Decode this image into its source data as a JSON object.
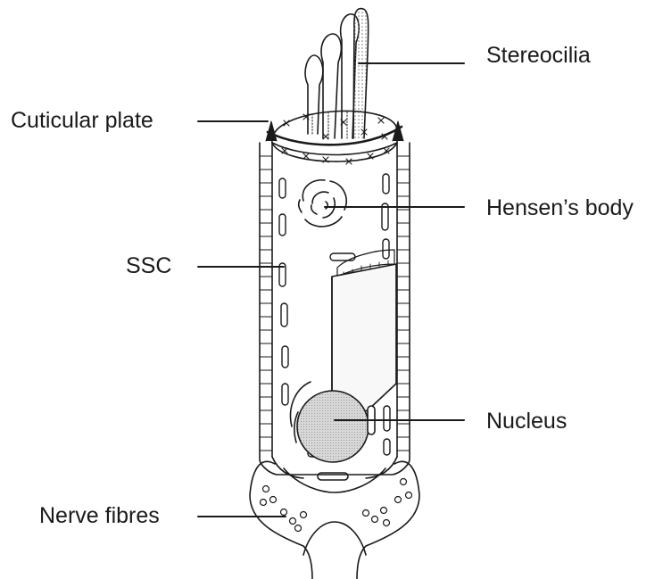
{
  "labels": {
    "stereocilia": "Stereocilia",
    "cuticular_plate": "Cuticular plate",
    "hensens_body": "Hensen’s body",
    "ssc": "SSC",
    "nucleus": "Nucleus",
    "nerve_fibres": "Nerve fibres"
  },
  "colors": {
    "line": "#1a1a1a",
    "nucleus_fill": "#e6e6e6",
    "stereocilia_dark": "#555555"
  }
}
